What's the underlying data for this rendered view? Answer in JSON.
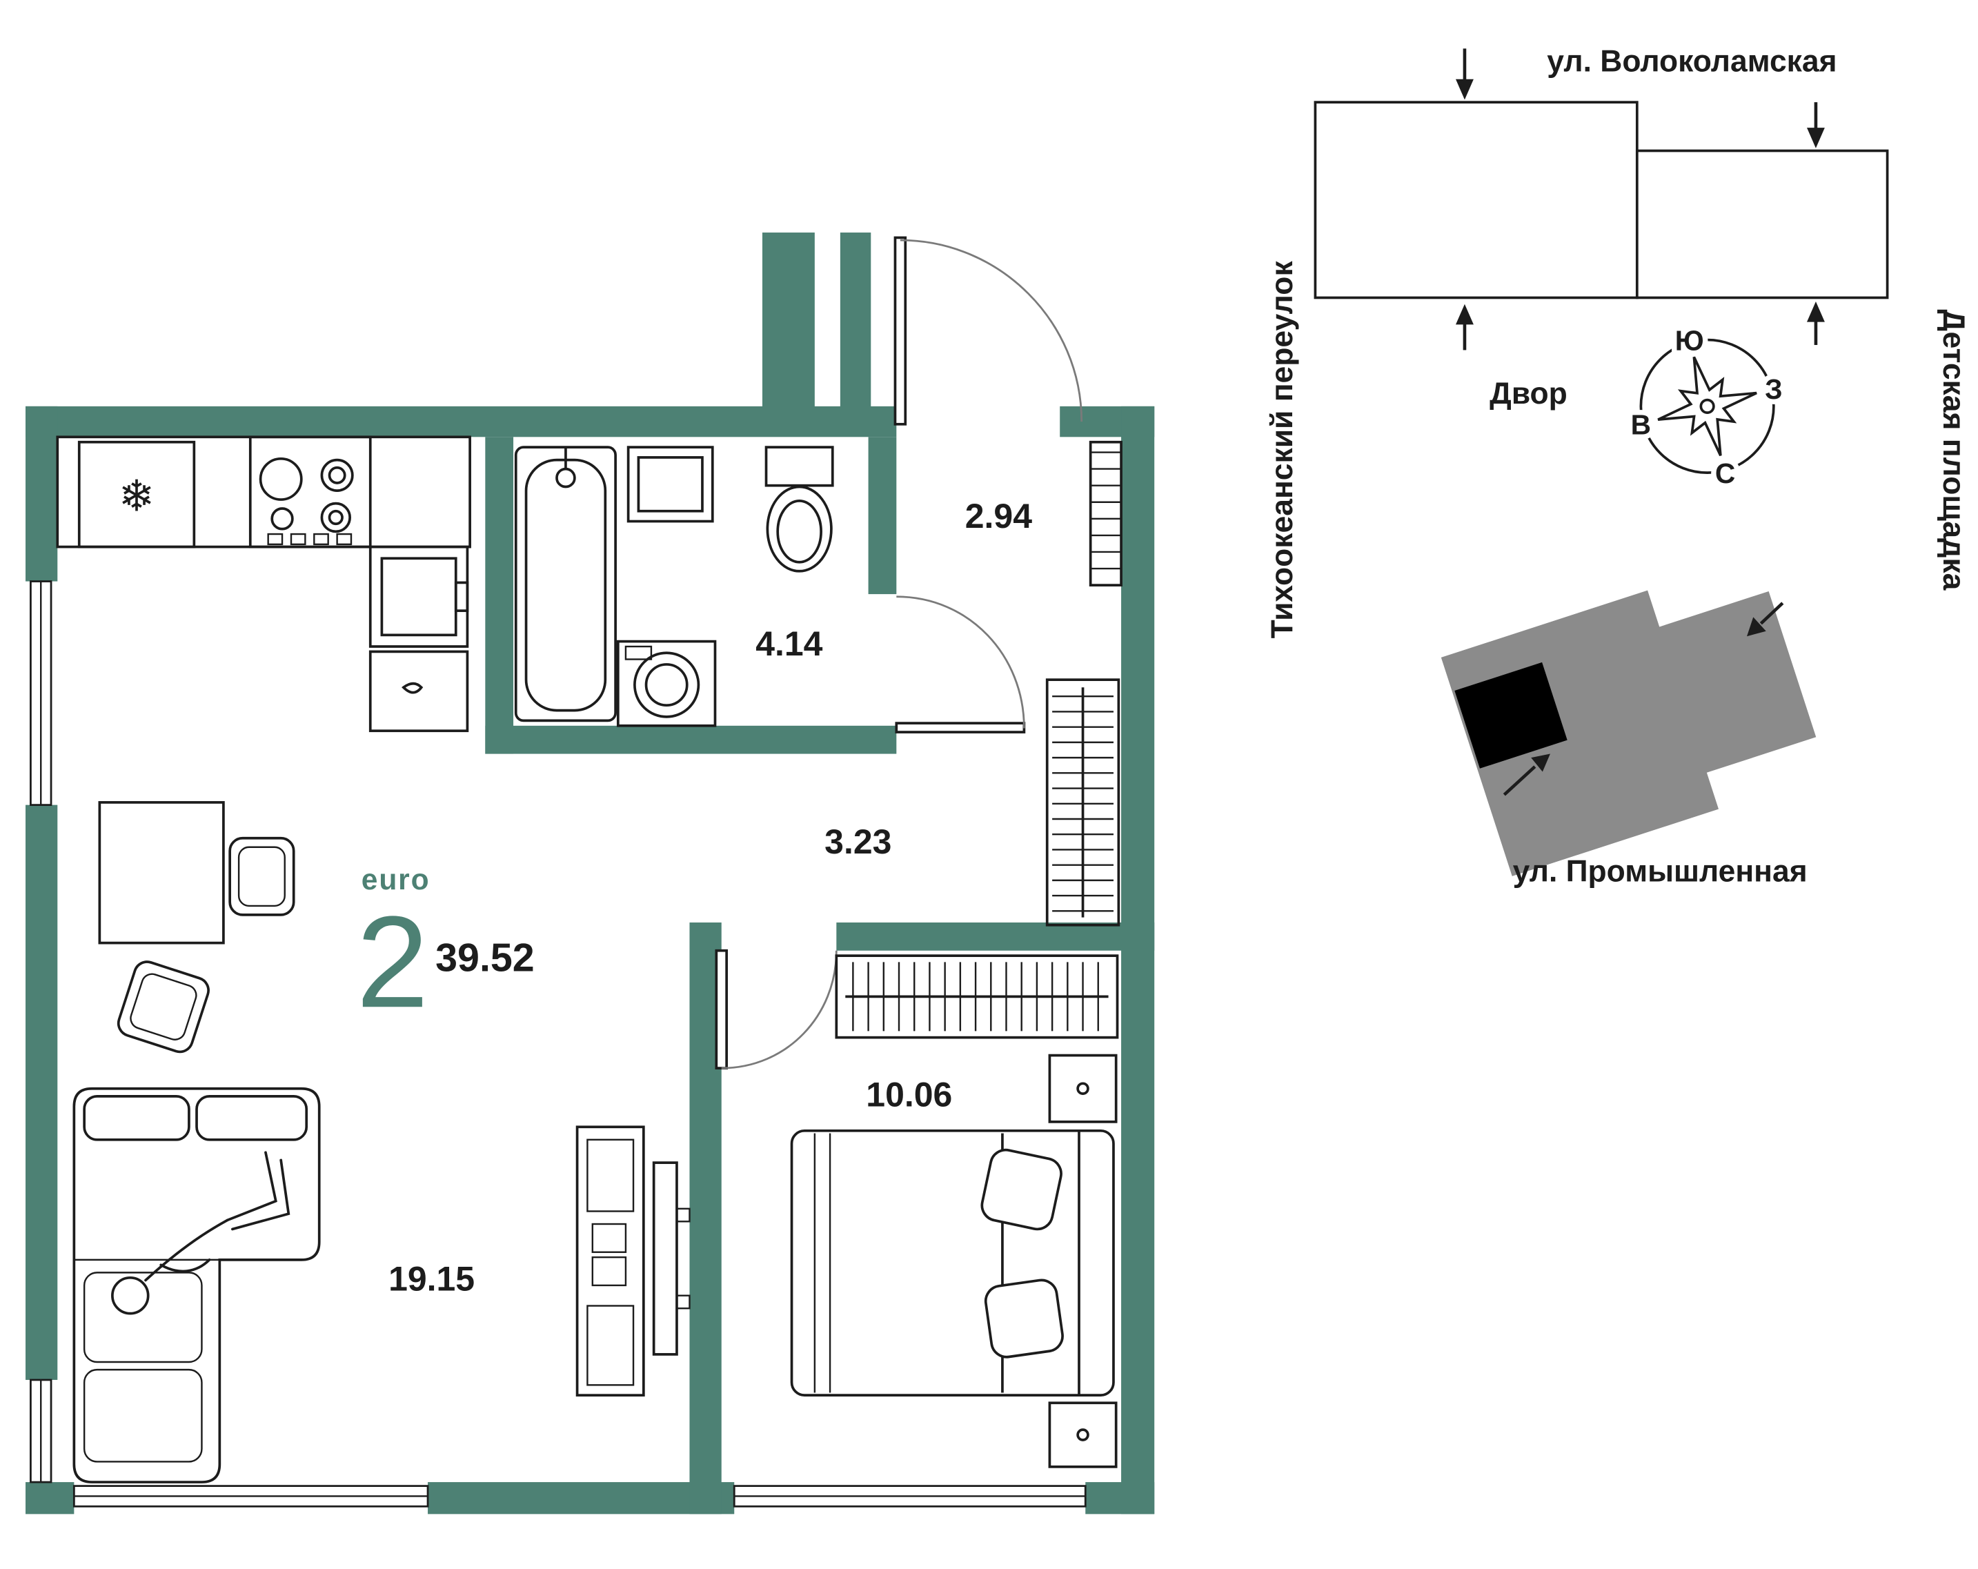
{
  "plan": {
    "type_label": "euro",
    "rooms": "2",
    "total_area": "39.52",
    "areas": {
      "hallway": "2.94",
      "bathroom": "4.14",
      "corridor": "3.23",
      "bedroom": "10.06",
      "living": "19.15"
    },
    "icons": {
      "fridge": "❄"
    }
  },
  "map": {
    "street_top": "ул. Волоколамская",
    "street_left": "Тихоокеанский переулок",
    "street_bottom": "ул. Промышленная",
    "playground": "Детская площадка",
    "yard": "Двор",
    "compass": {
      "south": "Ю",
      "west": "З",
      "north": "С",
      "east": "В"
    }
  },
  "colors": {
    "wall_teal": "#4d8174",
    "accent_teal": "#4d8174",
    "building_gray": "#8b8b8b",
    "apartment_marker": "#000000",
    "line": "#1c1c1c"
  }
}
